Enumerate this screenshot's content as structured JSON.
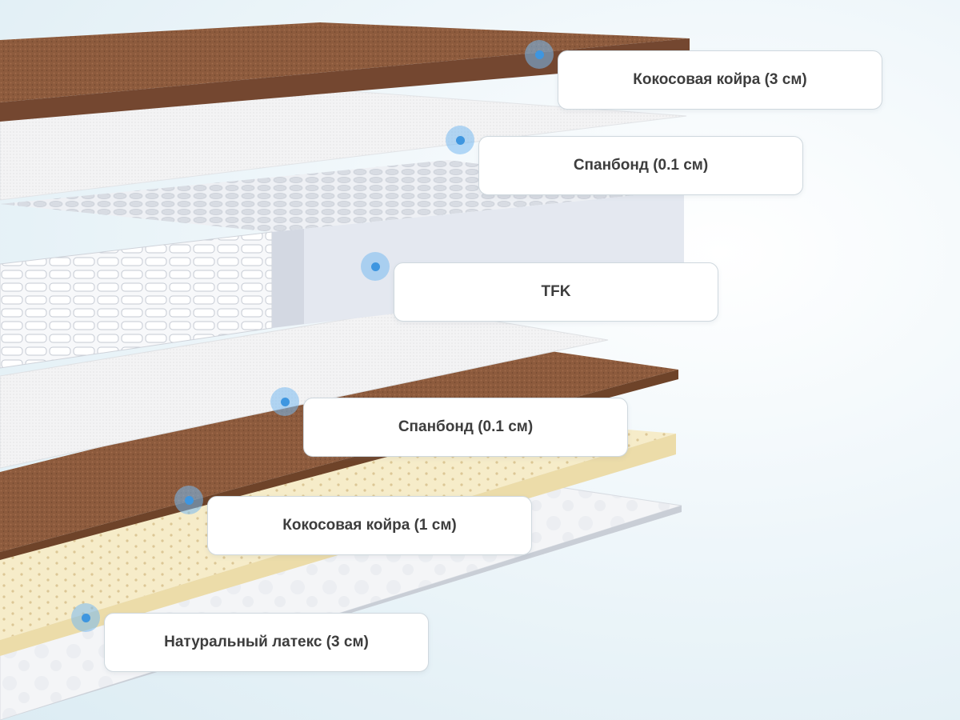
{
  "layers": [
    {
      "label": "Кокосовая койра (3 см)"
    },
    {
      "label": "Спанбонд (0.1 см)"
    },
    {
      "label": "TFK"
    },
    {
      "label": "Спанбонд (0.1 см)"
    },
    {
      "label": "Кокосовая койра (1 см)"
    },
    {
      "label": "Натуральный латекс (3 см)"
    }
  ],
  "colors": {
    "coir": "#8b5a3c",
    "spunbond": "#f2f2f2",
    "springs": "#e6e9ef",
    "latex": "#f5ebc8",
    "base": "#f4f5f7",
    "marker": "#3e96e0"
  }
}
